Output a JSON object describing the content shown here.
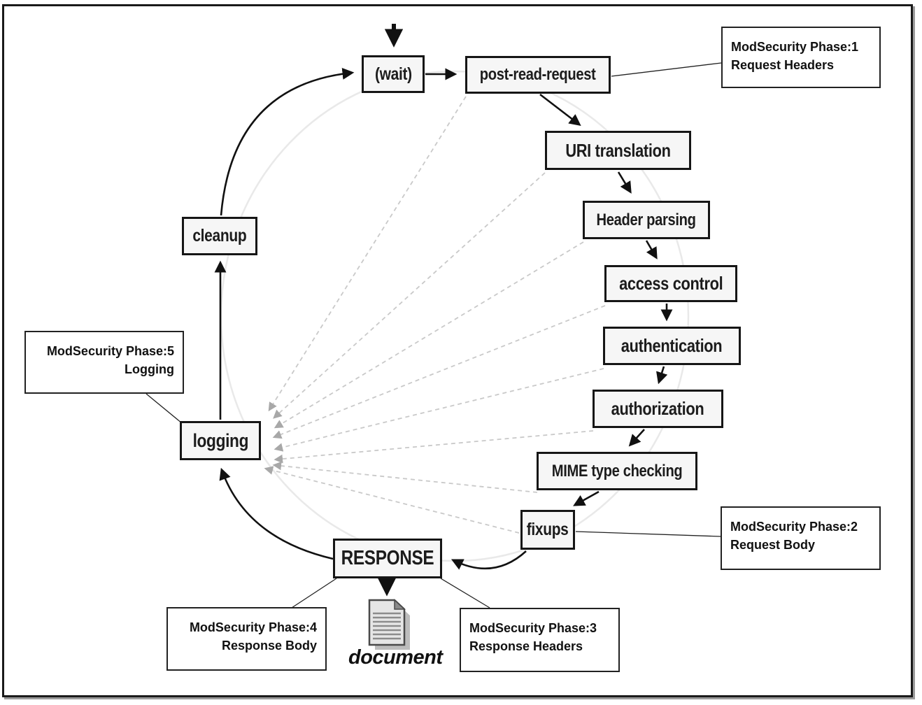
{
  "nodes": {
    "wait": {
      "label": "(wait)"
    },
    "post_read_request": {
      "label": "post-read-request"
    },
    "uri_translation": {
      "label": "URI translation"
    },
    "header_parsing": {
      "label": "Header parsing"
    },
    "access_control": {
      "label": "access control"
    },
    "authentication": {
      "label": "authentication"
    },
    "authorization": {
      "label": "authorization"
    },
    "mime_type_checking": {
      "label": "MIME type checking"
    },
    "fixups": {
      "label": "fixups"
    },
    "response": {
      "label": "RESPONSE"
    },
    "logging": {
      "label": "logging"
    },
    "cleanup": {
      "label": "cleanup"
    }
  },
  "annotations": {
    "phase1": {
      "line1": "ModSecurity Phase:1",
      "line2": "Request Headers"
    },
    "phase2": {
      "line1": "ModSecurity Phase:2",
      "line2": "Request Body"
    },
    "phase3": {
      "line1": "ModSecurity Phase:3",
      "line2": "Response Headers"
    },
    "phase4": {
      "line1": "ModSecurity Phase:4",
      "line2": "Response Body"
    },
    "phase5": {
      "line1": "ModSecurity Phase:5",
      "line2": "Logging"
    }
  },
  "document": {
    "label": "document"
  },
  "colors": {
    "flow_box_border": "#161616",
    "flow_box_fill": "#f6f6f6",
    "annotation_border": "#222222",
    "arrow_black": "#111111",
    "dashed_line": "#c9c9c9",
    "arrowhead_gray": "#a8a8a8",
    "guide_ellipse": "#e9e9e9"
  }
}
